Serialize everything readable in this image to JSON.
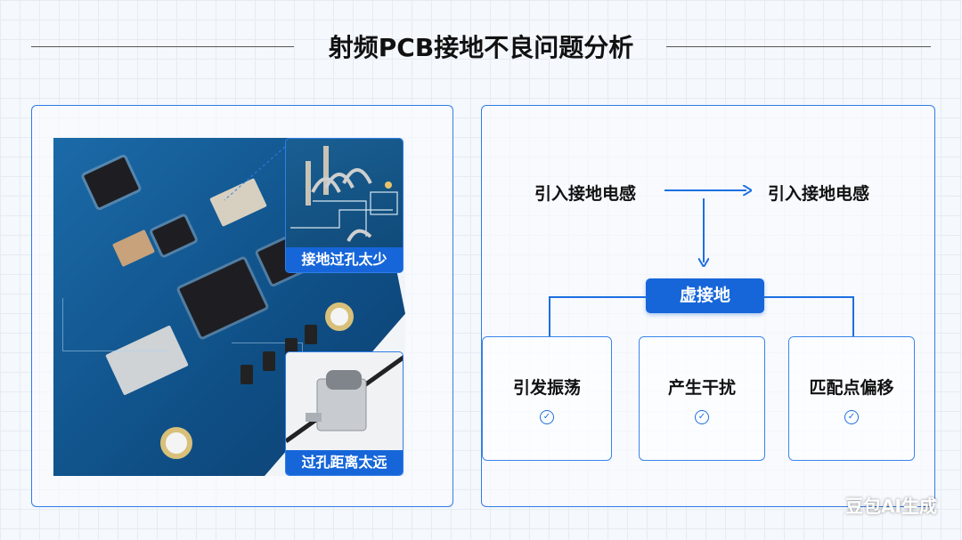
{
  "title": "射频PCB接地不良问题分析",
  "left_panel": {
    "inset_top_caption": "接地过孔太少",
    "inset_bottom_caption": "过孔距离太远"
  },
  "diagram": {
    "source_text": "引入接地电感",
    "target_text": "引入接地电感",
    "center_node": "虚接地",
    "effects": [
      {
        "label": "引发振荡",
        "icon": "check-circle-icon"
      },
      {
        "label": "产生干扰",
        "icon": "check-circle-icon"
      },
      {
        "label": "匹配点偏移",
        "icon": "check-circle-icon"
      }
    ],
    "check_glyph": "✓"
  },
  "watermark": "豆包AI生成",
  "colors": {
    "accent": "#1666d9",
    "border": "#2f7de8"
  }
}
